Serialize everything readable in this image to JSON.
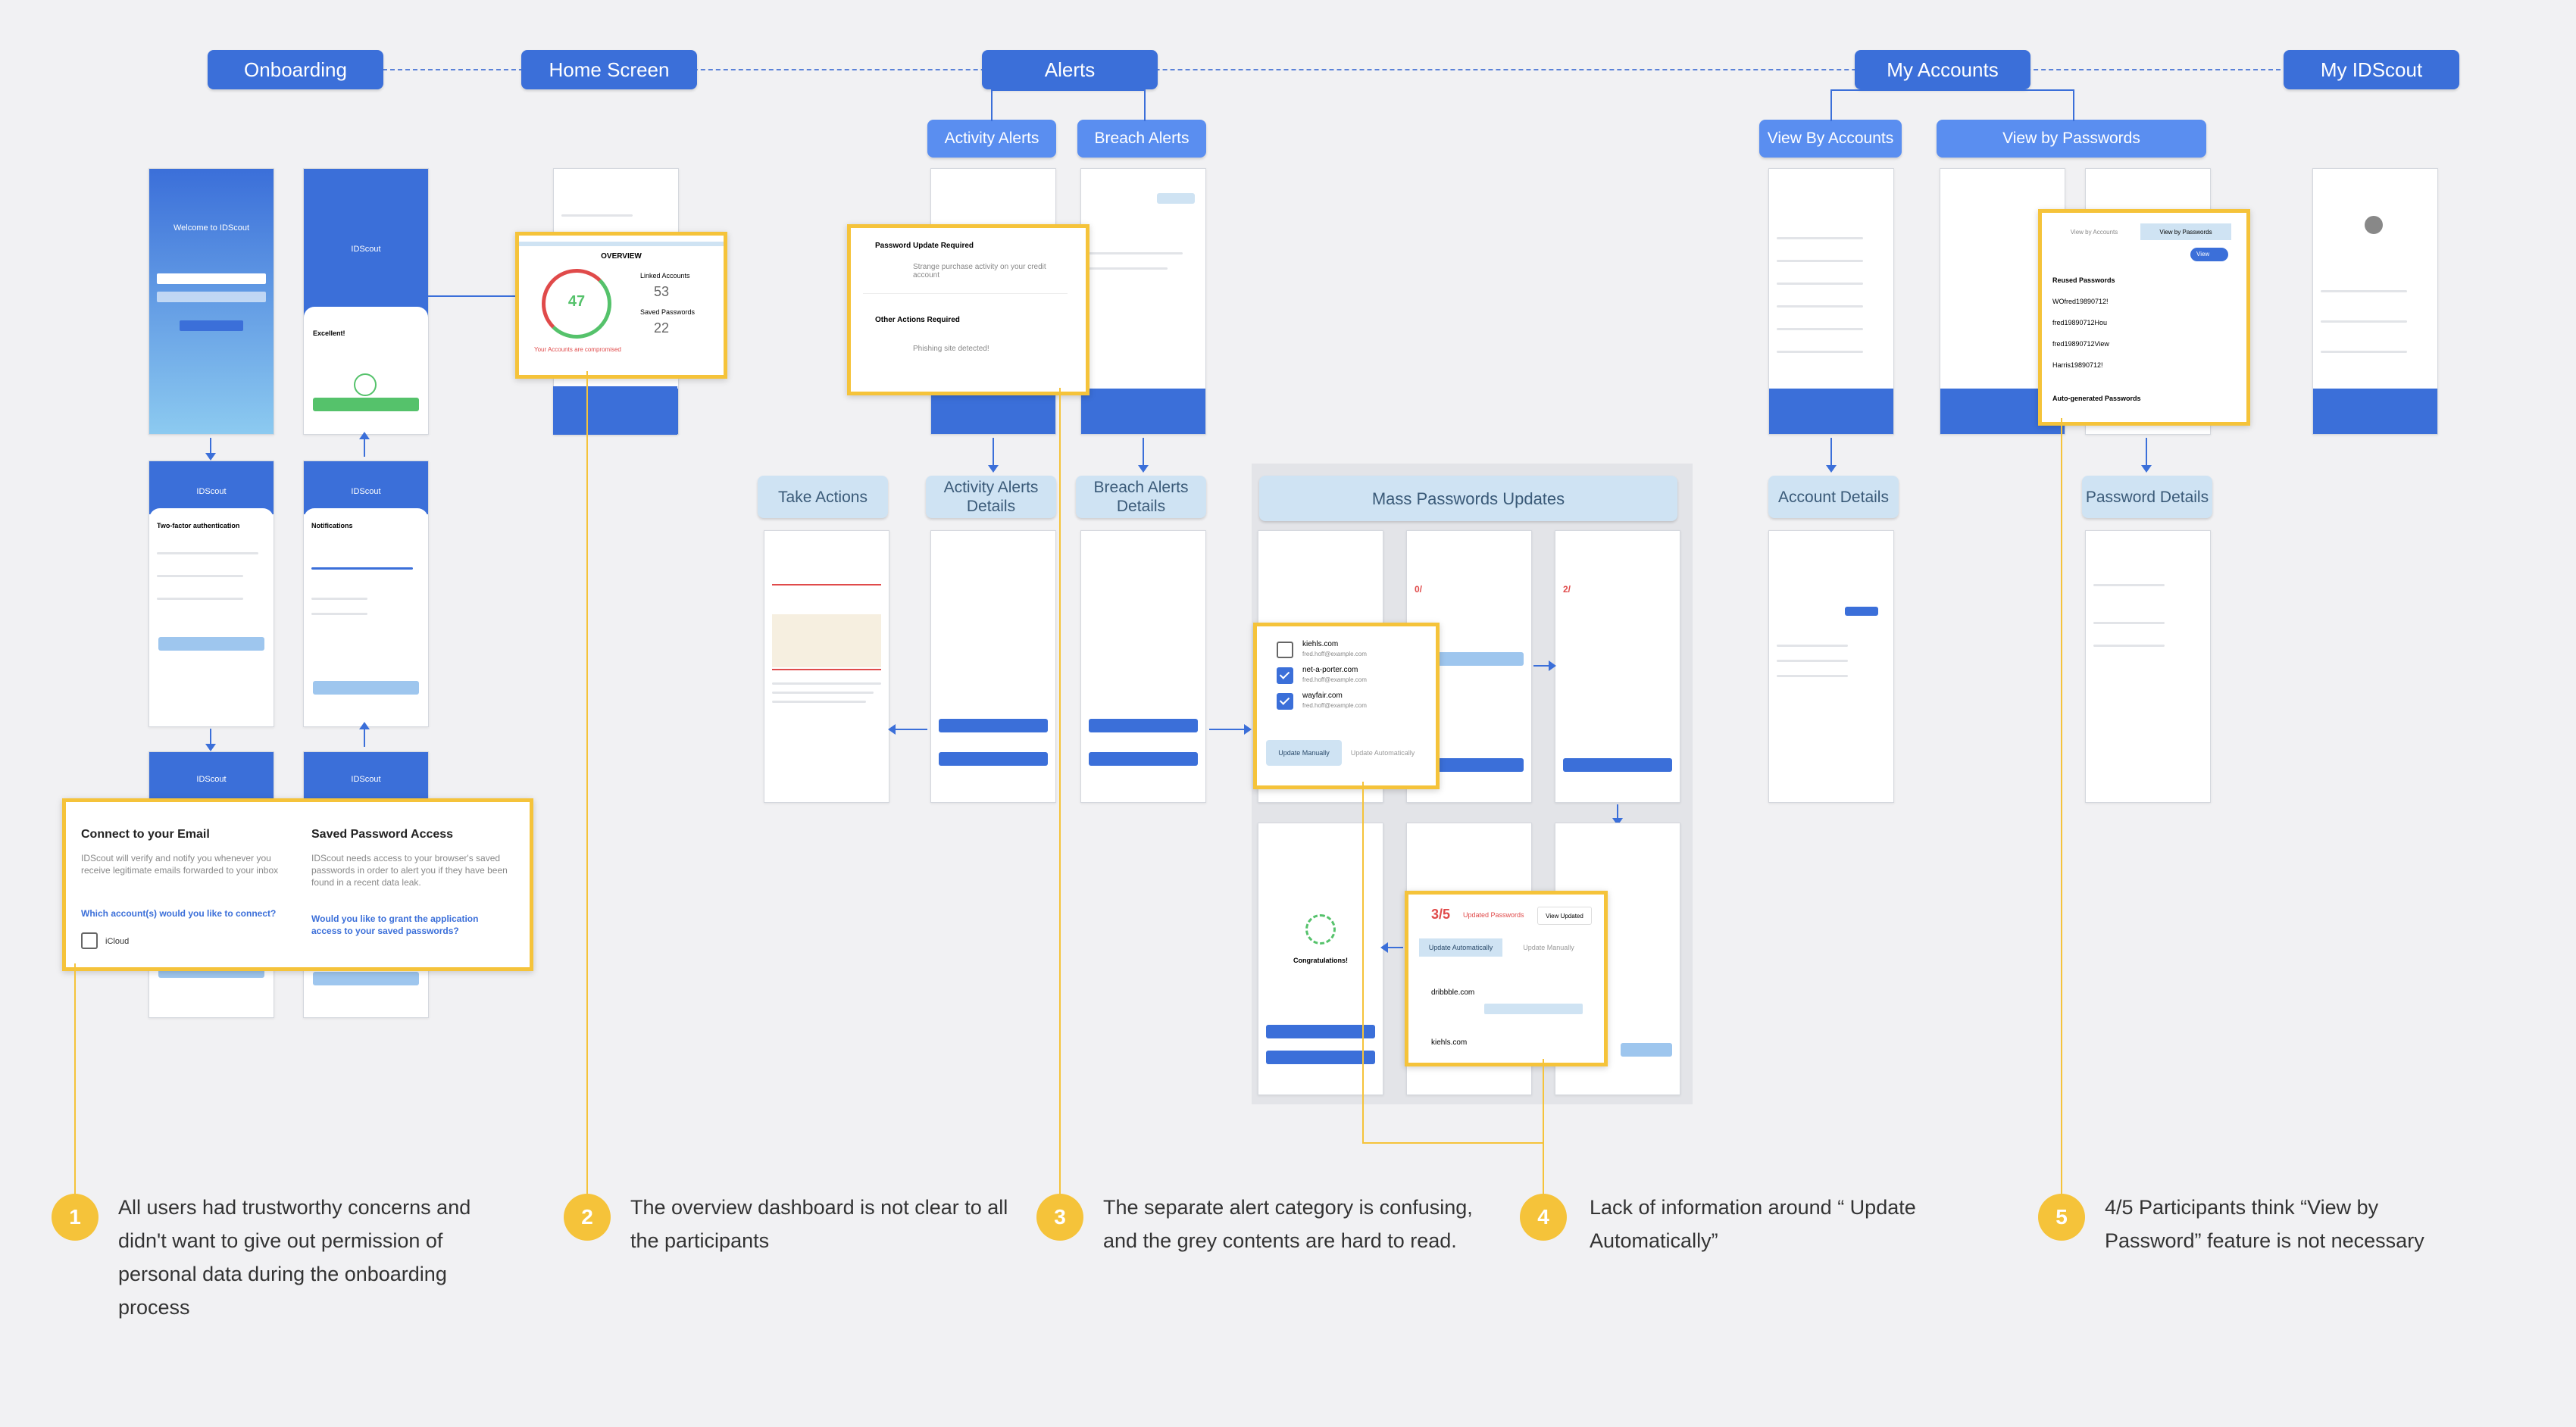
{
  "sections": {
    "onboarding": "Onboarding",
    "home_screen": "Home Screen",
    "alerts": "Alerts",
    "my_accounts": "My Accounts",
    "my_idscout": "My IDScout"
  },
  "subsections": {
    "activity_alerts": "Activity Alerts",
    "breach_alerts": "Breach Alerts",
    "view_by_accounts": "View By Accounts",
    "view_by_passwords": "View by Passwords",
    "take_actions": "Take Actions",
    "activity_alerts_details": "Activity Alerts Details",
    "breach_alerts_details": "Breach Alerts Details",
    "mass_passwords_updates": "Mass Passwords Updates",
    "account_details": "Account Details",
    "password_details": "Password Details"
  },
  "onboarding_screens": {
    "welcome": "Welcome to IDScout",
    "brand": "IDScout",
    "excellent": "Excellent!",
    "two_factor": "Two-factor authentication",
    "notifications": "Notifications"
  },
  "callout_onboarding": {
    "left_title": "Connect to your Email",
    "left_body": "IDScout will verify and notify you whenever you receive legitimate emails forwarded to your inbox",
    "left_question": "Which account(s) would you like to connect?",
    "left_option": "iCloud",
    "right_title": "Saved Password Access",
    "right_body": "IDScout needs access to your browser's saved passwords in order to alert you if they have been found in a recent data leak.",
    "right_question": "Would you like to grant the application access to your saved passwords?"
  },
  "callout_overview": {
    "title": "OVERVIEW",
    "score": "47",
    "linked_label": "Linked Accounts",
    "linked_value": "53",
    "saved_label": "Saved Passwords",
    "saved_value": "22",
    "warning": "Your Accounts are compromised"
  },
  "callout_alerts": {
    "title1": "Password Update Required",
    "item1": "Strange purchase activity on your credit account",
    "title2": "Other Actions Required",
    "item2": "Phishing site detected!"
  },
  "callout_mass": {
    "sites": [
      {
        "name": "kiehls.com",
        "email": "fred.hoff@example.com",
        "checked": false
      },
      {
        "name": "net-a-porter.com",
        "email": "fred.hoff@example.com",
        "checked": true
      },
      {
        "name": "wayfair.com",
        "email": "fred.hoff@example.com",
        "checked": true
      }
    ],
    "btn_manual": "Update Manually",
    "btn_auto": "Update Automatically"
  },
  "callout_update": {
    "count": "3/5",
    "updated": "Updated Passwords",
    "view": "View Updated",
    "btn_auto": "Update Automatically",
    "btn_manual": "Update Manually",
    "site1": "dribbble.com",
    "site2": "kiehls.com"
  },
  "callout_passwords": {
    "tab1": "View by Accounts",
    "tab2": "View by Passwords",
    "toggle": "View",
    "heading": "Reused Passwords",
    "items": [
      "WOfred19890712!",
      "fred19890712Hou",
      "fred19890712View",
      "Harris19890712!"
    ],
    "footer": "Auto-generated Passwords"
  },
  "congrats": "Congratulations!",
  "notes": [
    {
      "n": "1",
      "text": "All users had trustworthy concerns and didn't want to give out permission of personal data during the onboarding process"
    },
    {
      "n": "2",
      "text": "The overview dashboard is not clear to all the participants"
    },
    {
      "n": "3",
      "text": "The separate alert category is confusing, and the grey contents are hard to read."
    },
    {
      "n": "4",
      "text": "Lack of information around “ Update Automatically”"
    },
    {
      "n": "5",
      "text": "4/5 Participants think “View by Password” feature is not necessary"
    }
  ],
  "colors": {
    "primary": "#3b6fd9",
    "highlight": "#f5c33a",
    "pale": "#cfe3f3",
    "danger": "#e04a4a",
    "success": "#55c26b"
  }
}
